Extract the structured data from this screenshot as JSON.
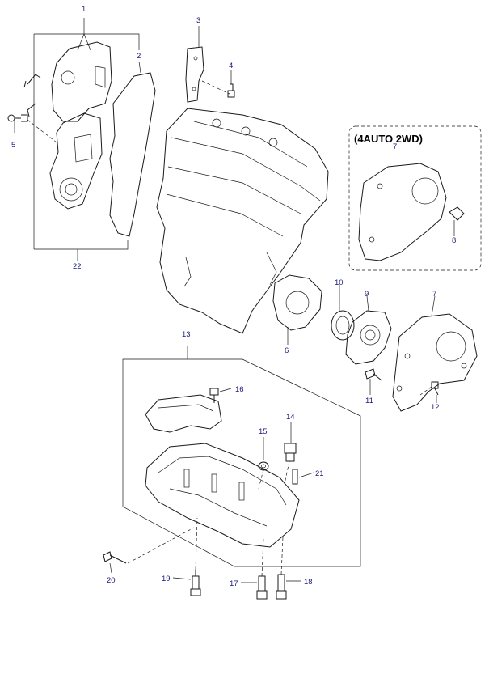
{
  "inset": {
    "title": "(4AUTO 2WD)"
  },
  "callouts": {
    "c1": "1",
    "c2": "2",
    "c3": "3",
    "c4": "4",
    "c5": "5",
    "c6": "6",
    "c7a": "7",
    "c7b": "7",
    "c8": "8",
    "c9": "9",
    "c10": "10",
    "c11": "11",
    "c12": "12",
    "c13": "13",
    "c14": "14",
    "c15": "15",
    "c16": "16",
    "c17": "17",
    "c18": "18",
    "c19": "19",
    "c20": "20",
    "c21": "21",
    "c22": "22"
  }
}
